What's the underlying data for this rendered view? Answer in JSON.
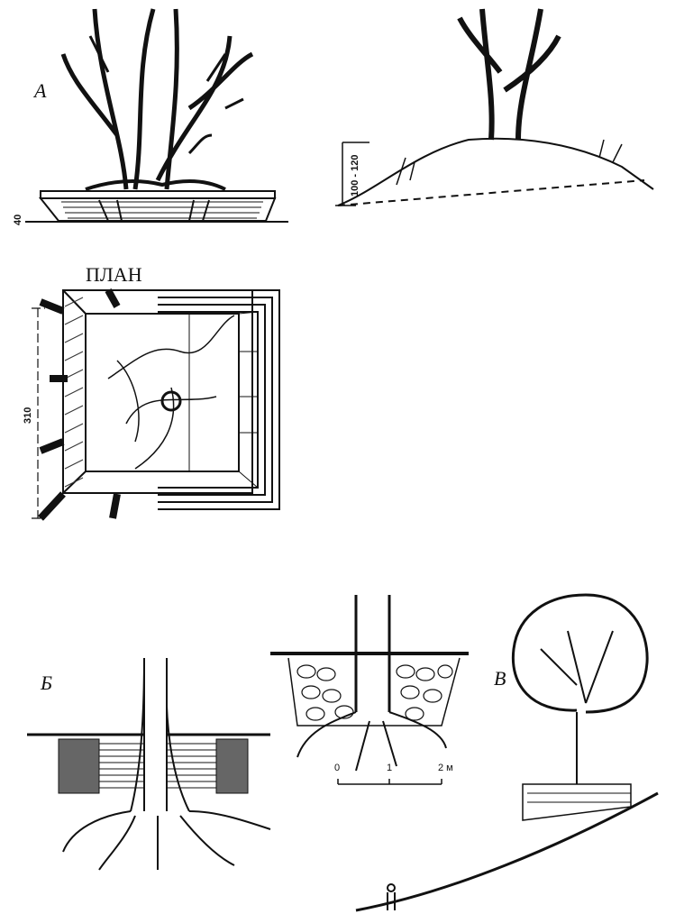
{
  "labels": {
    "a": "А",
    "b": "Б",
    "v": "В",
    "plan": "ПЛАН"
  },
  "dimensions": {
    "hill_height": "100 - 120",
    "plan_width": "310",
    "planter_height": "40"
  },
  "scale": {
    "zero": "0",
    "one": "1",
    "two": "2 м"
  }
}
